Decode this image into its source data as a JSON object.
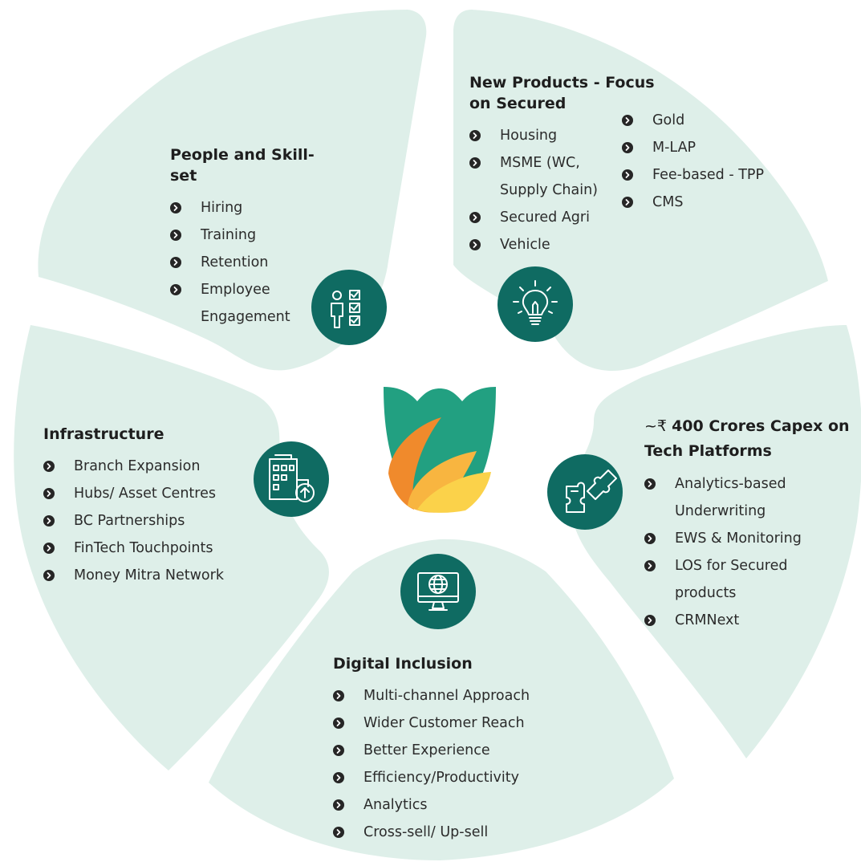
{
  "colors": {
    "petal": "#deefe9",
    "badge": "#0f6b62",
    "bullet": "#262626",
    "logo_green": "#22a081",
    "logo_orange": "#f08a2c",
    "logo_amber": "#f8b540",
    "logo_yellow": "#fbd24a"
  },
  "people": {
    "title": "People and Skill-set",
    "icon": "people-checklist-icon",
    "items": [
      {
        "lines": [
          "Hiring"
        ]
      },
      {
        "lines": [
          "Training"
        ]
      },
      {
        "lines": [
          "Retention"
        ]
      },
      {
        "lines": [
          "Employee",
          "Engagement"
        ]
      }
    ]
  },
  "products": {
    "title_lines": [
      "New Products - Focus",
      "on Secured"
    ],
    "icon": "lightbulb-icon",
    "left_items": [
      {
        "lines": [
          "Housing"
        ]
      },
      {
        "lines": [
          "MSME (WC,",
          "Supply Chain)"
        ]
      },
      {
        "lines": [
          "Secured Agri"
        ]
      },
      {
        "lines": [
          "Vehicle"
        ]
      }
    ],
    "right_items": [
      {
        "lines": [
          "Gold"
        ]
      },
      {
        "lines": [
          "M-LAP"
        ]
      },
      {
        "lines": [
          "Fee-based - TPP"
        ]
      },
      {
        "lines": [
          "CMS"
        ]
      }
    ]
  },
  "infrastructure": {
    "title": "Infrastructure",
    "icon": "building-upgrade-icon",
    "items": [
      {
        "lines": [
          "Branch Expansion"
        ]
      },
      {
        "lines": [
          "Hubs/ Asset Centres"
        ]
      },
      {
        "lines": [
          "BC Partnerships"
        ]
      },
      {
        "lines": [
          "FinTech Touchpoints"
        ]
      },
      {
        "lines": [
          "Money Mitra Network"
        ]
      }
    ]
  },
  "tech": {
    "title_prefix": "~₹ ",
    "title_line1": "400 Crores Capex on",
    "title_line2": "Tech Platforms",
    "icon": "puzzle-pieces-icon",
    "items": [
      {
        "lines": [
          "Analytics-based",
          "Underwriting"
        ]
      },
      {
        "lines": [
          "EWS & Monitoring"
        ]
      },
      {
        "lines": [
          "LOS for Secured",
          "products"
        ]
      },
      {
        "lines": [
          "CRMNext"
        ]
      }
    ]
  },
  "digital": {
    "title": "Digital Inclusion",
    "icon": "globe-monitor-icon",
    "items": [
      {
        "lines": [
          "Multi-channel Approach"
        ]
      },
      {
        "lines": [
          "Wider Customer Reach"
        ]
      },
      {
        "lines": [
          "Better Experience"
        ]
      },
      {
        "lines": [
          "Efficiency/Productivity"
        ]
      },
      {
        "lines": [
          "Analytics"
        ]
      },
      {
        "lines": [
          "Cross-sell/ Up-sell"
        ]
      }
    ]
  },
  "logo": {
    "icon": "company-logo-icon"
  }
}
